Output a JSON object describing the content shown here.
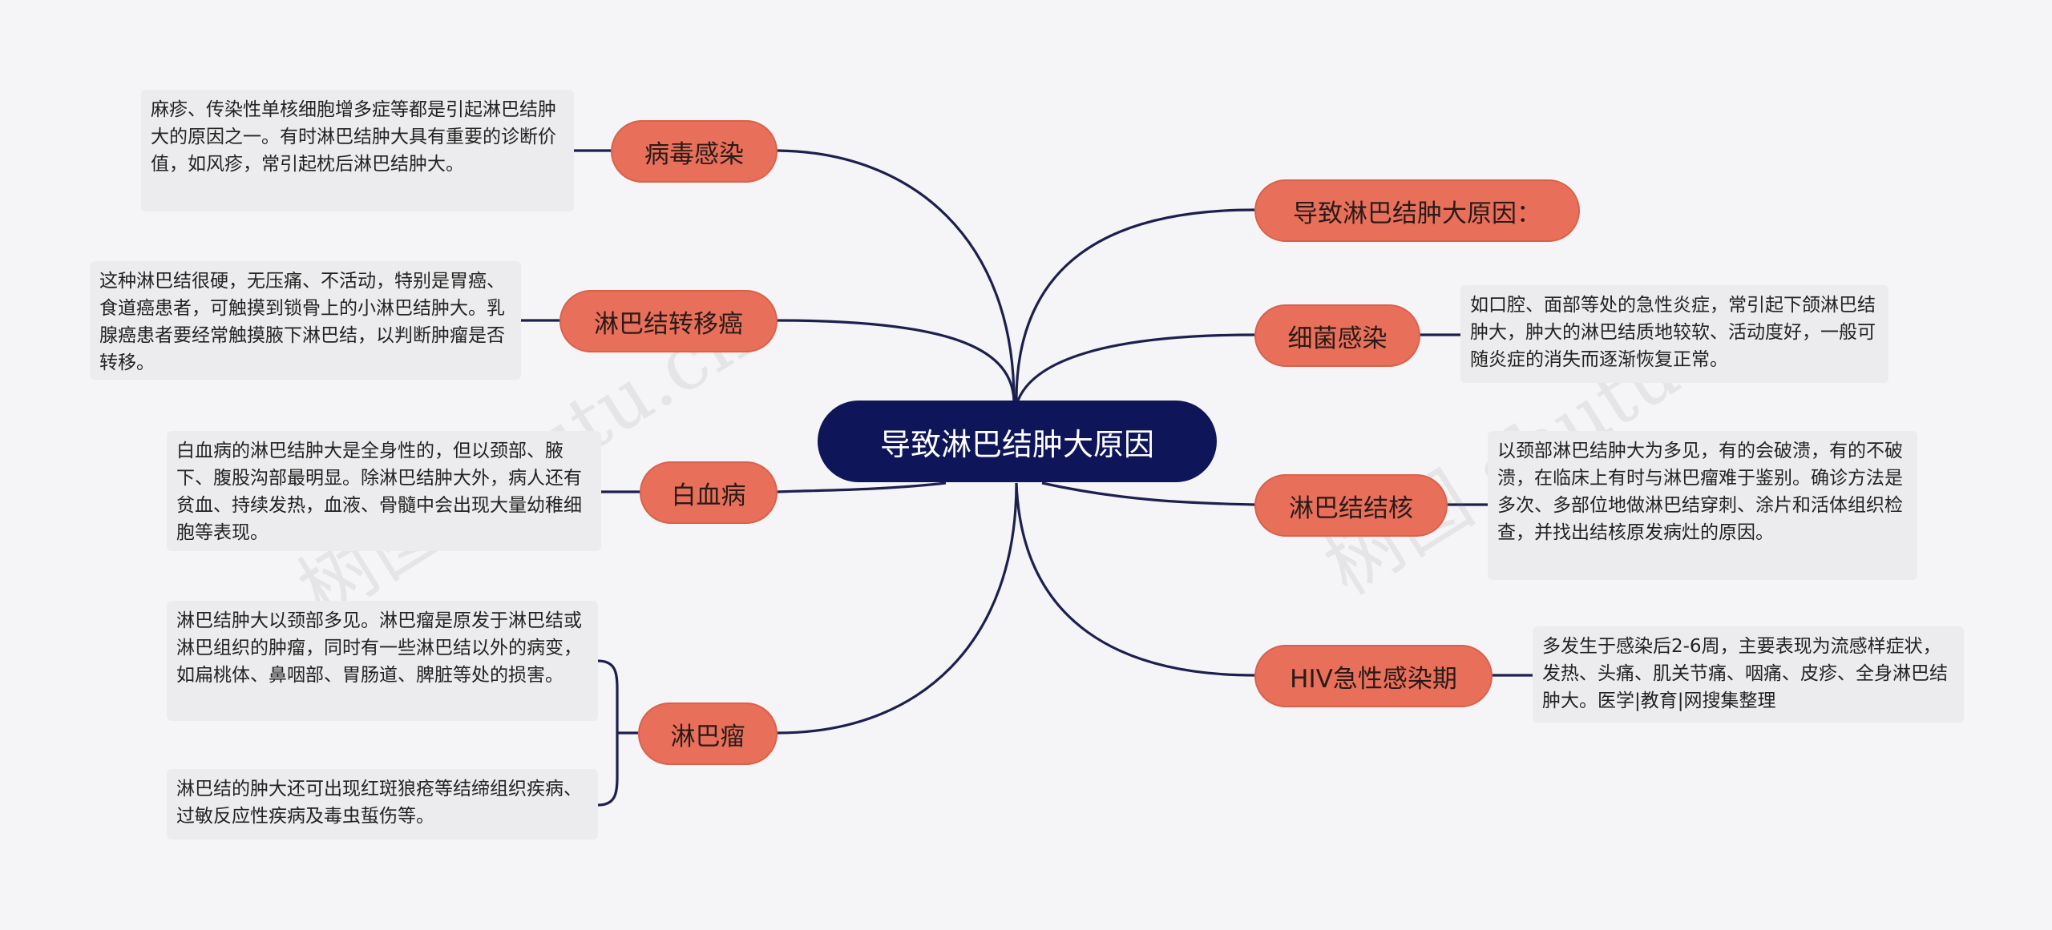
{
  "center": "导致淋巴结肿大原因",
  "watermarks": [
    "树图 shutu.cn",
    "树图 shutu.cn"
  ],
  "topics": {
    "virus": "病毒感染",
    "metastasis": "淋巴结转移癌",
    "leukemia": "白血病",
    "lymphoma": "淋巴瘤",
    "causes_header": "导致淋巴结肿大原因：",
    "bacterial": "细菌感染",
    "tuberculosis": "淋巴结结核",
    "hiv": "HIV急性感染期"
  },
  "notes": {
    "virus": "麻疹、传染性单核细胞增多症等都是引起淋巴结肿大的原因之一。有时淋巴结肿大具有重要的诊断价值，如风疹，常引起枕后淋巴结肿大。",
    "metastasis": "这种淋巴结很硬，无压痛、不活动，特别是胃癌、食道癌患者，可触摸到锁骨上的小淋巴结肿大。乳腺癌患者要经常触摸腋下淋巴结，以判断肿瘤是否转移。",
    "leukemia": "白血病的淋巴结肿大是全身性的，但以颈部、腋下、腹股沟部最明显。除淋巴结肿大外，病人还有贫血、持续发热，血液、骨髓中会出现大量幼稚细胞等表现。",
    "lymphoma_1": "淋巴结肿大以颈部多见。淋巴瘤是原发于淋巴结或淋巴组织的肿瘤，同时有一些淋巴结以外的病变，如扁桃体、鼻咽部、胃肠道、脾脏等处的损害。",
    "lymphoma_2": "淋巴结的肿大还可出现红斑狼疮等结缔组织疾病、过敏反应性疾病及毒虫蜇伤等。",
    "bacterial": "如口腔、面部等处的急性炎症，常引起下颌淋巴结肿大，肿大的淋巴结质地较软、活动度好，一般可随炎症的消失而逐渐恢复正常。",
    "tuberculosis": "以颈部淋巴结肿大为多见，有的会破溃，有的不破溃，在临床上有时与淋巴瘤难于鉴别。确诊方法是多次、多部位地做淋巴结穿刺、涂片和活体组织检查，并找出结核原发病灶的原因。",
    "hiv": "多发生于感染后2-6周，主要表现为流感样症状，发热、头痛、肌关节痛、咽痛、皮疹、全身淋巴结肿大。医学|教育|网搜集整理"
  },
  "colors": {
    "background": "#f5f5f7",
    "center_fill": "#0f1559",
    "topic_fill": "#e8705a",
    "edge": "#1d1f4f",
    "note_fill": "#ececee"
  }
}
